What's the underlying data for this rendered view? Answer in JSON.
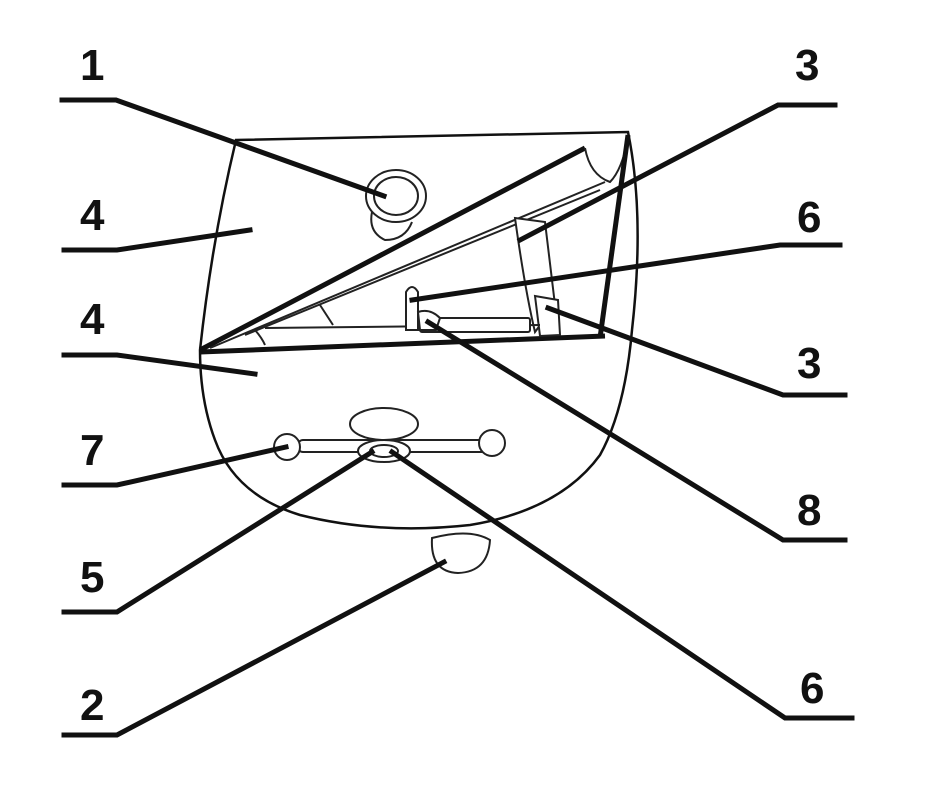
{
  "labels": {
    "upper_left_1": "1",
    "mid_left_4_upper": "4",
    "mid_left_4_lower": "4",
    "lower_left_7": "7",
    "lower_left_5": "5",
    "bottom_left_2": "2",
    "upper_right_3": "3",
    "mid_right_6": "6",
    "mid_right_3": "3",
    "lower_right_8": "8",
    "bottom_right_6": "6"
  },
  "colors": {
    "ink": "#111111",
    "paper": "#ffffff"
  }
}
